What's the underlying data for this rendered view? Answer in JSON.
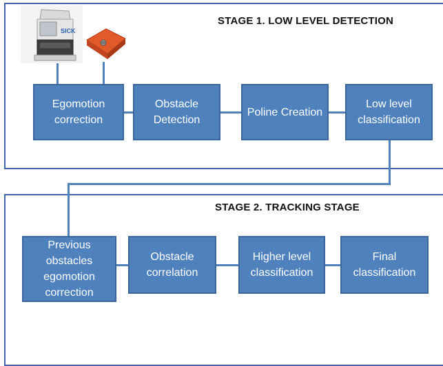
{
  "stage1": {
    "title": "STAGE 1. LOW LEVEL DETECTION",
    "boxes": [
      "Egomotion correction",
      "Obstacle Detection",
      "Poline Creation",
      "Low level classification"
    ]
  },
  "stage2": {
    "title": "STAGE 2. TRACKING STAGE",
    "boxes": [
      "Previous obstacles egomotion correction",
      "Obstacle correlation",
      "Higher level classification",
      "Final classification"
    ]
  },
  "sensors": {
    "lidar_brand": "SICK"
  },
  "colors": {
    "box_fill": "#4f81bd",
    "box_border": "#3a649a",
    "frame": "#3f63a6",
    "sensor_orange": "#e2592a"
  }
}
